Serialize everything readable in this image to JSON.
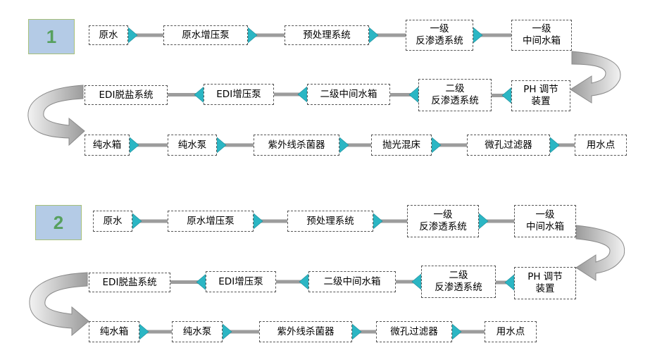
{
  "diagram1": {
    "badge": "1",
    "row1": [
      [
        "原水"
      ],
      [
        "原水增压泵"
      ],
      [
        "预处理系统"
      ],
      [
        "一级",
        "反渗透系统"
      ],
      [
        "一级",
        "中间水箱"
      ]
    ],
    "row2": [
      [
        "PH 调节",
        "装置"
      ],
      [
        "二级",
        "反渗透系统"
      ],
      [
        "二级中间水箱"
      ],
      [
        "EDI增压泵"
      ],
      [
        "EDI脱盐系统"
      ]
    ],
    "row3": [
      [
        "纯水箱"
      ],
      [
        "纯水泵"
      ],
      [
        "紫外线杀菌器"
      ],
      [
        "抛光混床"
      ],
      [
        "微孔过滤器"
      ],
      [
        "用水点"
      ]
    ]
  },
  "diagram2": {
    "badge": "2",
    "row1": [
      [
        "原水"
      ],
      [
        "原水增压泵"
      ],
      [
        "预处理系统"
      ],
      [
        "一级",
        "反渗透系统"
      ],
      [
        "一级",
        "中间水箱"
      ]
    ],
    "row2": [
      [
        "PH 调节",
        "装置"
      ],
      [
        "二级",
        "反渗透系统"
      ],
      [
        "二级中间水箱"
      ],
      [
        "EDI增压泵"
      ],
      [
        "EDI脱盐系统"
      ]
    ],
    "row3": [
      [
        "纯水箱"
      ],
      [
        "纯水泵"
      ],
      [
        "紫外线杀菌器"
      ],
      [
        "微孔过滤器"
      ],
      [
        "用水点"
      ]
    ]
  },
  "colors": {
    "connector": "#9c9c9c",
    "arrowhead": "#2bb6c4",
    "curve_fill": "#a9a9a9",
    "badge_bg": "#b4cbe6",
    "badge_text": "#57a05e"
  }
}
